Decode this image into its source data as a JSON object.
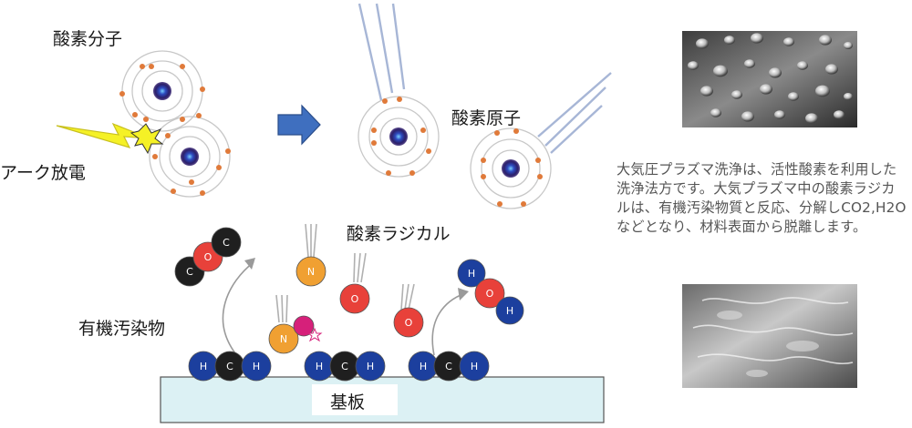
{
  "labels": {
    "oxygen_molecule": "酸素分子",
    "arc_discharge": "アーク放電",
    "oxygen_atom": "酸素原子",
    "oxygen_radical": "酸素ラジカル",
    "organic_contaminant": "有機汚染物",
    "substrate": "基板"
  },
  "atom_letters": {
    "carbon": "C",
    "oxygen": "O",
    "hydrogen": "H",
    "nitrogen": "N"
  },
  "description": "大気圧プラズマ洗浄は、活性酸素を利用した洗浄法方です。大気プラズマ中の酸素ラジカルは、有機汚染物質と反応、分解しCO2,H2Oなどとなり、材料表面から脱離します。",
  "colors": {
    "carbon": "#1f1f1f",
    "oxygen": "#e8413a",
    "hydrogen": "#1c3f9e",
    "nitrogen": "#f0a032",
    "radical_pink": "#d6207a",
    "substrate_fill": "#dcf1f4",
    "arrow_blue": "#3f6fbf",
    "lightning": "#f5f126",
    "electron": "#e07a3a",
    "nucleus": "#2b2f8a"
  },
  "icons": [
    "lightning-icon",
    "right-arrow-icon",
    "droplet-photo-icon"
  ]
}
